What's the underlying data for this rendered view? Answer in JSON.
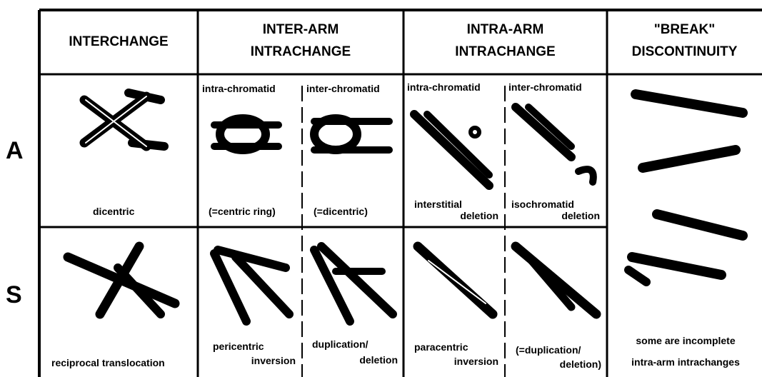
{
  "rows": [
    "A",
    "S"
  ],
  "headers": {
    "interchange": [
      "INTERCHANGE"
    ],
    "inter_arm": [
      "INTER-ARM",
      "INTRACHANGE"
    ],
    "intra_arm": [
      "INTRA-ARM",
      "INTRACHANGE"
    ],
    "break": [
      "\"BREAK\"",
      "DISCONTINUITY"
    ]
  },
  "subheads": {
    "inter_intra": "intra-chromatid",
    "inter_inter": "inter-chromatid",
    "intra_intra": "intra-chromatid",
    "intra_inter": "inter-chromatid"
  },
  "captions": {
    "a_interchange": "dicentric",
    "a_inter_intra": "(=centric ring)",
    "a_inter_inter": "(=dicentric)",
    "a_intra_intra": [
      "interstitial",
      "deletion"
    ],
    "a_intra_inter": [
      "isochromatid",
      "deletion"
    ],
    "s_interchange": "reciprocal translocation",
    "s_inter_intra": [
      "pericentric",
      "inversion"
    ],
    "s_inter_inter": [
      "duplication/",
      "deletion"
    ],
    "s_intra_intra": [
      "paracentric",
      "inversion"
    ],
    "s_intra_inter": [
      "(=duplication/",
      "deletion)"
    ],
    "break": [
      "some are incomplete",
      "intra-arm intrachanges"
    ]
  }
}
